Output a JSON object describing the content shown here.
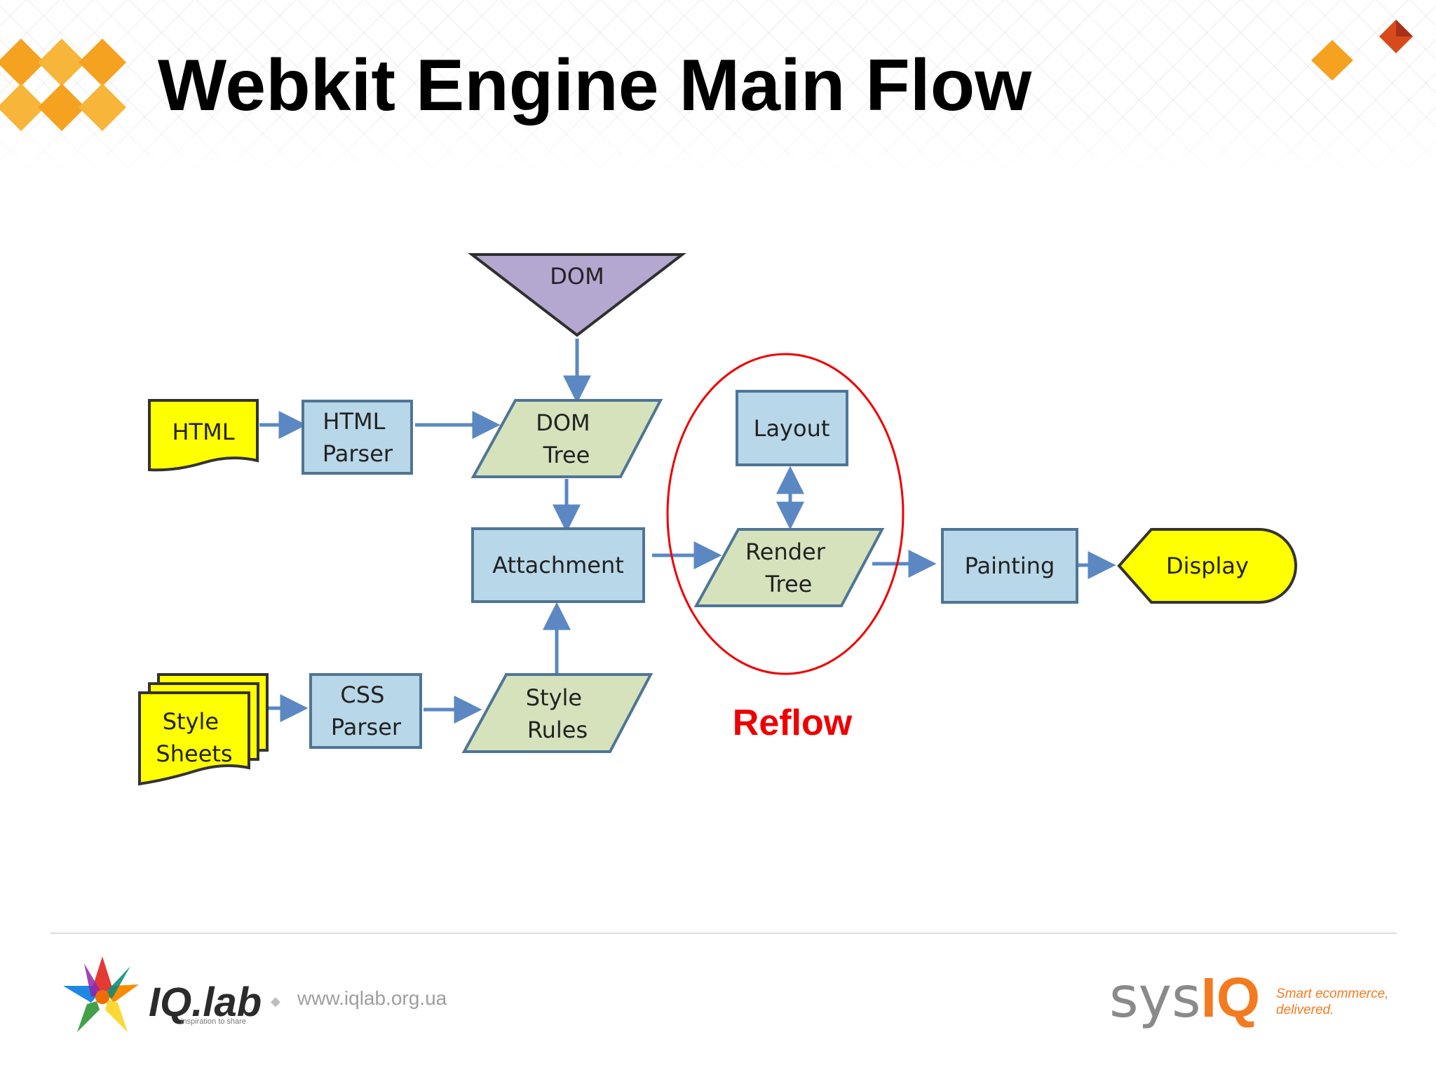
{
  "slide": {
    "title": "Webkit Engine Main Flow"
  },
  "diagram": {
    "nodes": {
      "dom": "DOM",
      "html": "HTML",
      "html_parser": [
        "HTML",
        "Parser"
      ],
      "dom_tree": [
        "DOM",
        "Tree"
      ],
      "layout": "Layout",
      "attachment": "Attachment",
      "render_tree": [
        "Render",
        "Tree"
      ],
      "painting": "Painting",
      "display": "Display",
      "style_sheets": [
        "Style",
        "Sheets"
      ],
      "css_parser": [
        "CSS",
        "Parser"
      ],
      "style_rules": [
        "Style",
        "Rules"
      ]
    },
    "annotation": "Reflow"
  },
  "footer": {
    "iqlab_wordmark": "IQ.lab",
    "iqlab_tagline": "inspiration to share",
    "separator": "◆",
    "url": "www.iqlab.org.ua",
    "sysiq_sys": "sys",
    "sysiq_iq": "IQ",
    "sysiq_slogan": "Smart ecommerce, delivered."
  },
  "colors": {
    "process_fill": "#b8d7e8",
    "process_stroke": "#4f7595",
    "data_fill": "#d5e2bc",
    "document_fill": "#ffff00",
    "dom_fill": "#b4a7d0",
    "arrow": "#5b88c2",
    "reflow_red": "#ee0000",
    "brand_orange": "#f4a21f",
    "sysiq_orange": "#f47a20"
  },
  "icons": {
    "header_left": "orange-diamond-pattern-icon",
    "header_right": "orange-red-diamond-icon",
    "iqlab": "multicolor-star-logo-icon"
  }
}
